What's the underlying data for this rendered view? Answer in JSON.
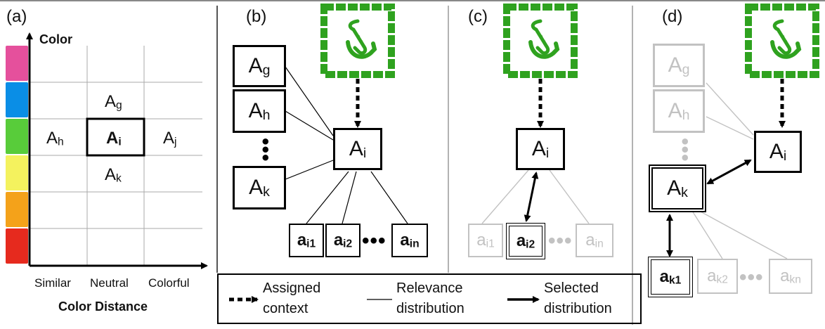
{
  "panels": {
    "a": "(a)",
    "b": "(b)",
    "c": "(c)",
    "d": "(d)"
  },
  "grid": {
    "y_axis_title": "Color",
    "x_axis_title": "Color Distance",
    "x_ticks": [
      "Similar",
      "Neutral",
      "Colorful"
    ],
    "swatch_colors": [
      "#e5509c",
      "#0a8ee6",
      "#58cc3a",
      "#f4f25e",
      "#f4a21a",
      "#e62a1e"
    ],
    "cells": {
      "g": {
        "base": "A",
        "sub": "g"
      },
      "h": {
        "base": "A",
        "sub": "h"
      },
      "i": {
        "base": "A",
        "sub": "i"
      },
      "j": {
        "base": "A",
        "sub": "j"
      },
      "k": {
        "base": "A",
        "sub": "k"
      }
    }
  },
  "nodes": {
    "Ag": {
      "base": "A",
      "sub": "g"
    },
    "Ah": {
      "base": "A",
      "sub": "h"
    },
    "Ai": {
      "base": "A",
      "sub": "i"
    },
    "Ak": {
      "base": "A",
      "sub": "k"
    },
    "ai1": {
      "base": "a",
      "sub": "i1"
    },
    "ai2": {
      "base": "a",
      "sub": "i2"
    },
    "ain": {
      "base": "a",
      "sub": "in"
    },
    "ak1": {
      "base": "a",
      "sub": "k1"
    },
    "ak2": {
      "base": "a",
      "sub": "k2"
    },
    "akn": {
      "base": "a",
      "sub": "kn"
    }
  },
  "ellipsis": "•••",
  "legend": {
    "assigned": "Assigned context",
    "relevance": "Relevance distribution",
    "selected": "Selected distribution"
  },
  "colors": {
    "frame_green": "#2fa21f",
    "grey": "#c2c2c2",
    "ink": "#000000"
  },
  "icons": {
    "artwork": "saxophone-icon"
  }
}
